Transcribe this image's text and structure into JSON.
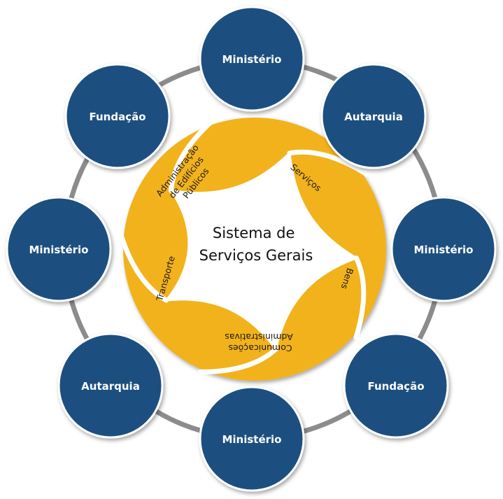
{
  "center": {
    "lines": [
      "Sistema de",
      "Serviços Gerais"
    ]
  },
  "petals": [
    {
      "lines": [
        "Administração",
        "de Edifícios",
        "Públicos"
      ]
    },
    {
      "lines": [
        "Serviços"
      ]
    },
    {
      "lines": [
        "Bens"
      ]
    },
    {
      "lines": [
        "Comunicações",
        "Administrativas"
      ]
    },
    {
      "lines": [
        "Transporte"
      ]
    }
  ],
  "nodes": [
    {
      "label": "Ministério"
    },
    {
      "label": "Autarquia"
    },
    {
      "label": "Ministério"
    },
    {
      "label": "Fundação"
    },
    {
      "label": "Ministério"
    },
    {
      "label": "Autarquia"
    },
    {
      "label": "Ministério"
    },
    {
      "label": "Fundação"
    }
  ],
  "colors": {
    "node_fill": "#1b507f",
    "node_stroke": "#ffffff",
    "ring": "#8c8c8c",
    "petal": "#f2b21e",
    "petal_stroke": "#ffffff",
    "center_fill": "#ffffff"
  }
}
